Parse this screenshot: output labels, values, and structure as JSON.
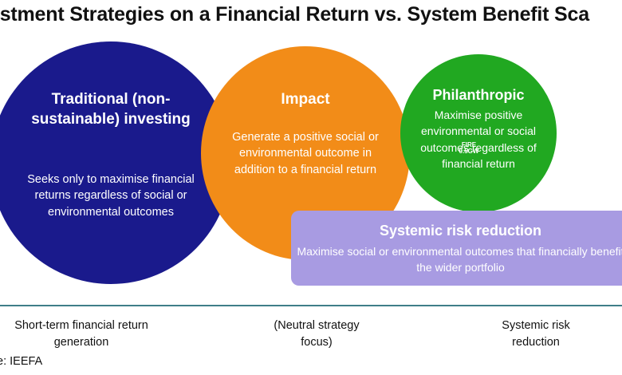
{
  "title": "estment Strategies on a Financial Return vs. System Benefit Sca",
  "circles": {
    "traditional": {
      "heading": "Traditional (non-sustainable) investing",
      "body": "Seeks only to maximise financial returns regardless of social or environmental outcomes",
      "color": "#1a1a8c"
    },
    "impact": {
      "heading": "Impact",
      "body": "Generate a positive social or environmental outcome in addition to a financial return",
      "color": "#f28c18"
    },
    "philanthropic": {
      "heading": "Philanthropic",
      "body": "Maximise positive environmental or social outcomes regardless of financial return",
      "color": "#21a821"
    }
  },
  "overlay_mark": {
    "line1": "FIRE",
    "line2": "0.5GW"
  },
  "systemic": {
    "heading": "Systemic risk reduction",
    "body": "Maximise social or environmental outcomes that financially benefit the wider portfolio",
    "color": "#a89be2"
  },
  "axis": {
    "left": "Short-term financial return generation",
    "middle": "(Neutral strategy focus)",
    "right": "Systemic risk reduction",
    "line_color": "#3f7e88"
  },
  "source": "e: IEEFA"
}
